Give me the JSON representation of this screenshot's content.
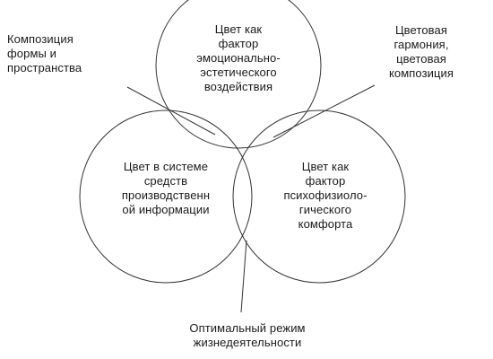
{
  "circles": {
    "top": "Цвет как\nфактор\nэмоционально-\nэстетического\nвоздействия",
    "left": "Цвет в системе\nсредств\nпроизводственн\nой информации",
    "right": "Цвет как\nфактор\nпсихофизиоло-\nгического\nкомфорта"
  },
  "labels": {
    "top_left": "Композиция\nформы и\nпространства",
    "top_right": "Цветовая\nгармония,\nцветовая\nкомпозиция",
    "bottom": "Оптимальный режим\nжизнедеятельности\n...."
  }
}
